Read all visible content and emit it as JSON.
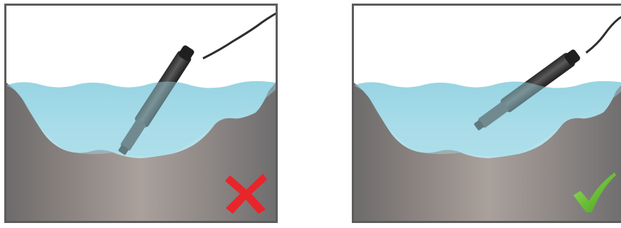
{
  "panels": [
    {
      "id": "wrong",
      "status_icon": "red-x-icon",
      "depicts": "probe-touching-bottom"
    },
    {
      "id": "correct",
      "status_icon": "green-checkmark-icon",
      "depicts": "probe-suspended-in-water"
    }
  ],
  "colors": {
    "frame": "#5c5c5c",
    "water": "#9fd9e6",
    "probe": "#3a3a3a",
    "wrong_mark": "#e8252b",
    "correct_mark": "#5cbf2a"
  }
}
